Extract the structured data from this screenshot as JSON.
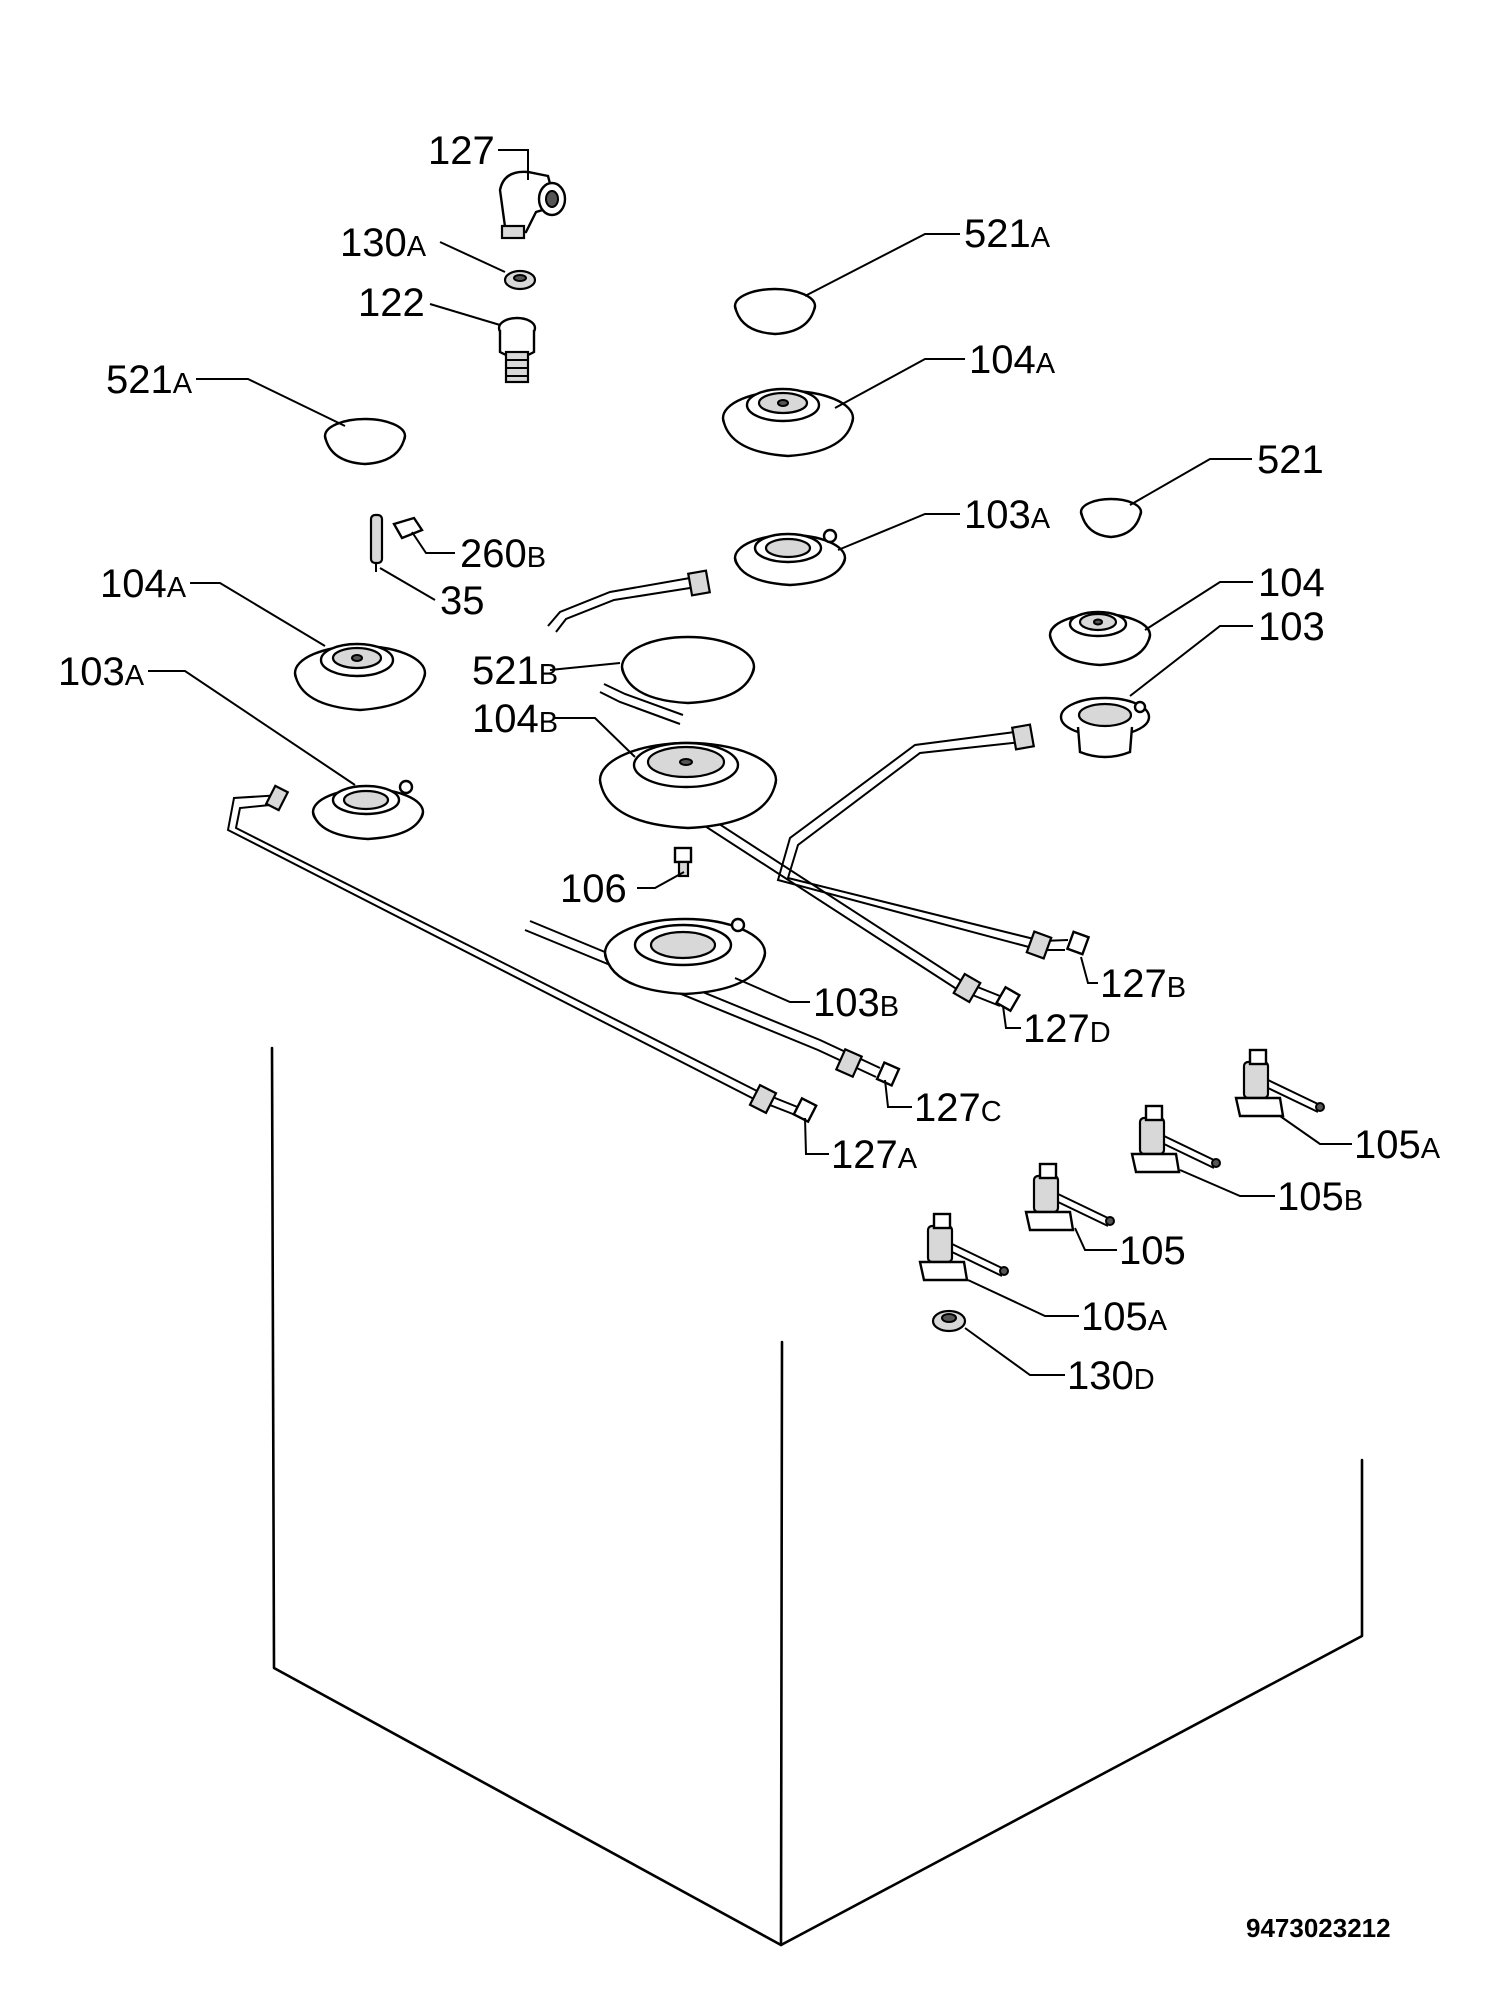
{
  "labels": [
    {
      "id": "l-127-top",
      "num": "127",
      "suf": ""
    },
    {
      "id": "l-130A",
      "num": "130",
      "suf": "A"
    },
    {
      "id": "l-122",
      "num": "122",
      "suf": ""
    },
    {
      "id": "l-521A-left",
      "num": "521",
      "suf": "A"
    },
    {
      "id": "l-521A-right",
      "num": "521",
      "suf": "A"
    },
    {
      "id": "l-104A-right",
      "num": "104",
      "suf": "A"
    },
    {
      "id": "l-521",
      "num": "521",
      "suf": ""
    },
    {
      "id": "l-103A-mid",
      "num": "103",
      "suf": "A"
    },
    {
      "id": "l-260B",
      "num": "260",
      "suf": "B"
    },
    {
      "id": "l-35",
      "num": "35",
      "suf": ""
    },
    {
      "id": "l-104A-left",
      "num": "104",
      "suf": "A"
    },
    {
      "id": "l-104",
      "num": "104",
      "suf": ""
    },
    {
      "id": "l-103",
      "num": "103",
      "suf": ""
    },
    {
      "id": "l-103A-left",
      "num": "103",
      "suf": "A"
    },
    {
      "id": "l-521B",
      "num": "521",
      "suf": "B"
    },
    {
      "id": "l-104B",
      "num": "104",
      "suf": "B"
    },
    {
      "id": "l-106",
      "num": "106",
      "suf": ""
    },
    {
      "id": "l-127B",
      "num": "127",
      "suf": "B"
    },
    {
      "id": "l-103B",
      "num": "103",
      "suf": "B"
    },
    {
      "id": "l-127D",
      "num": "127",
      "suf": "D"
    },
    {
      "id": "l-127C",
      "num": "127",
      "suf": "C"
    },
    {
      "id": "l-105A-top",
      "num": "105",
      "suf": "A"
    },
    {
      "id": "l-127A",
      "num": "127",
      "suf": "A"
    },
    {
      "id": "l-105B",
      "num": "105",
      "suf": "B"
    },
    {
      "id": "l-105",
      "num": "105",
      "suf": ""
    },
    {
      "id": "l-105A-bottom",
      "num": "105",
      "suf": "A"
    },
    {
      "id": "l-130D",
      "num": "130",
      "suf": "D"
    }
  ],
  "document_number": "9473023212"
}
